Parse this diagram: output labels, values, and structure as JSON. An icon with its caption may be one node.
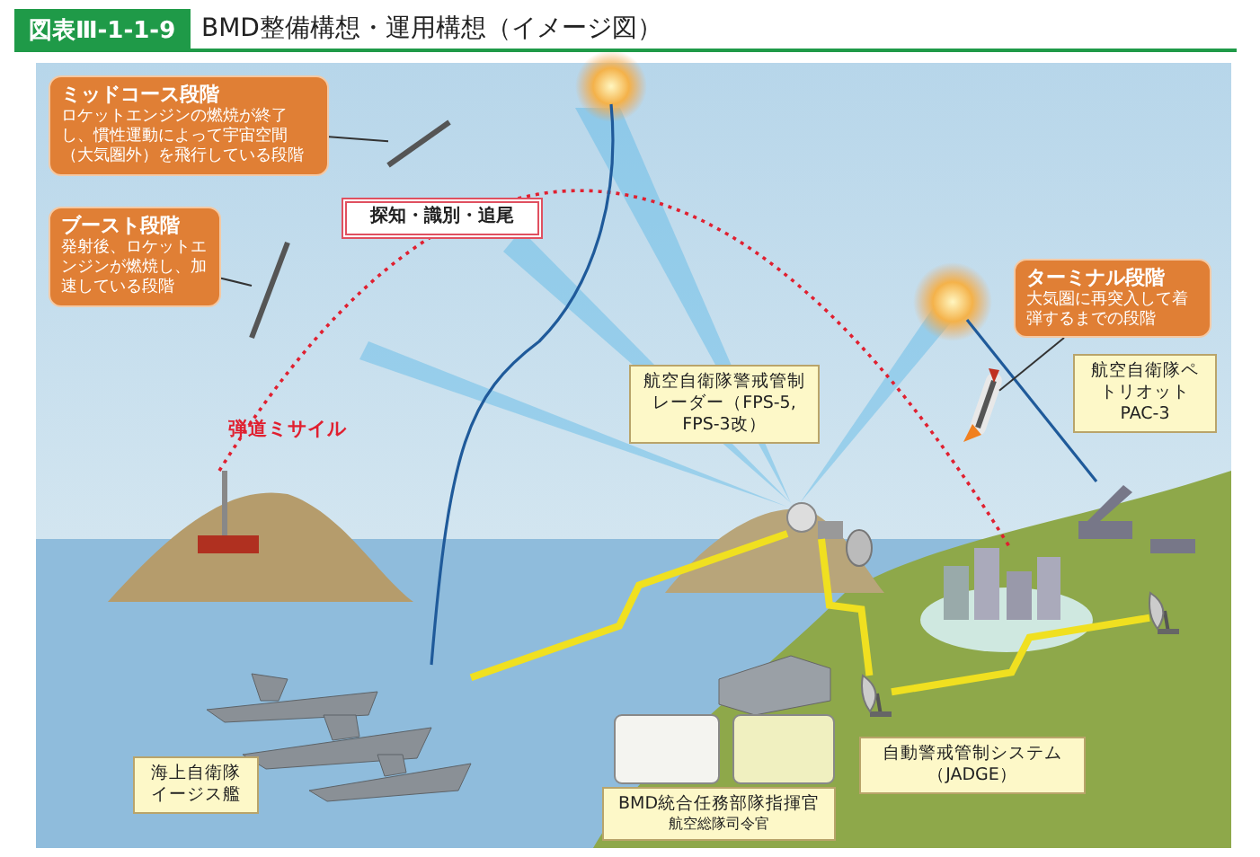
{
  "diagram": {
    "title": "BMD整備構想・運用構想（イメージ図）",
    "nodes": [
      {
        "text": [
          "ミッドコース段階",
          "ロケットエンジンの燃焼が終了し、慣性運動によって宇宙空間（大気圏外）を飛行している段階"
        ]
      },
      {
        "text": [
          "ブースト段階",
          "発射後、ロケットエンジンが燃焼し、加速している段階"
        ]
      },
      {
        "text": [
          "探知・識別・追尾"
        ]
      },
      {
        "text": [
          "ターミナル段階",
          "大気圏に再突入して着弾するまでの段階"
        ]
      },
      {
        "text": [
          "航空自衛隊警戒管制レーダー（FPS-5, FPS-3改）"
        ]
      },
      {
        "text": [
          "航空自衛隊ペトリオットPAC-3"
        ]
      },
      {
        "text": [
          "海上自衛隊イージス艦"
        ]
      },
      {
        "text": [
          "BMD統合任務部隊指揮官",
          "航空総隊司令官"
        ]
      },
      {
        "text": [
          "自動警戒管制システム（JADGE）"
        ]
      },
      {
        "text": [],
        "shape": "picture"
      },
      {
        "text": [],
        "shape": "picture"
      },
      {
        "text": [],
        "shape": "picture"
      },
      {
        "text": [],
        "shape": "picture"
      },
      {
        "text": [],
        "shape": "picture"
      },
      {
        "text": [],
        "shape": "picture"
      },
      {
        "text": [],
        "shape": "picture"
      }
    ],
    "edges": [
      {
        "from": 0,
        "to": 9,
        "arrow": "none"
      },
      {
        "from": 1,
        "to": 10,
        "arrow": "none"
      },
      {
        "from": 3,
        "to": 11,
        "arrow": "none"
      },
      {
        "from": 12,
        "to": 13,
        "arrow": "none",
        "style": "thick",
        "color": "#f0e020"
      },
      {
        "from": 13,
        "to": 14,
        "arrow": "none",
        "style": "thick",
        "color": "#f0e020"
      },
      {
        "from": 14,
        "to": 15,
        "arrow": "none",
        "style": "thick",
        "color": "#f0e020"
      }
    ],
    "labels": [
      "図表Ⅲ-1-1-9",
      "弾道ミサイル"
    ]
  }
}
